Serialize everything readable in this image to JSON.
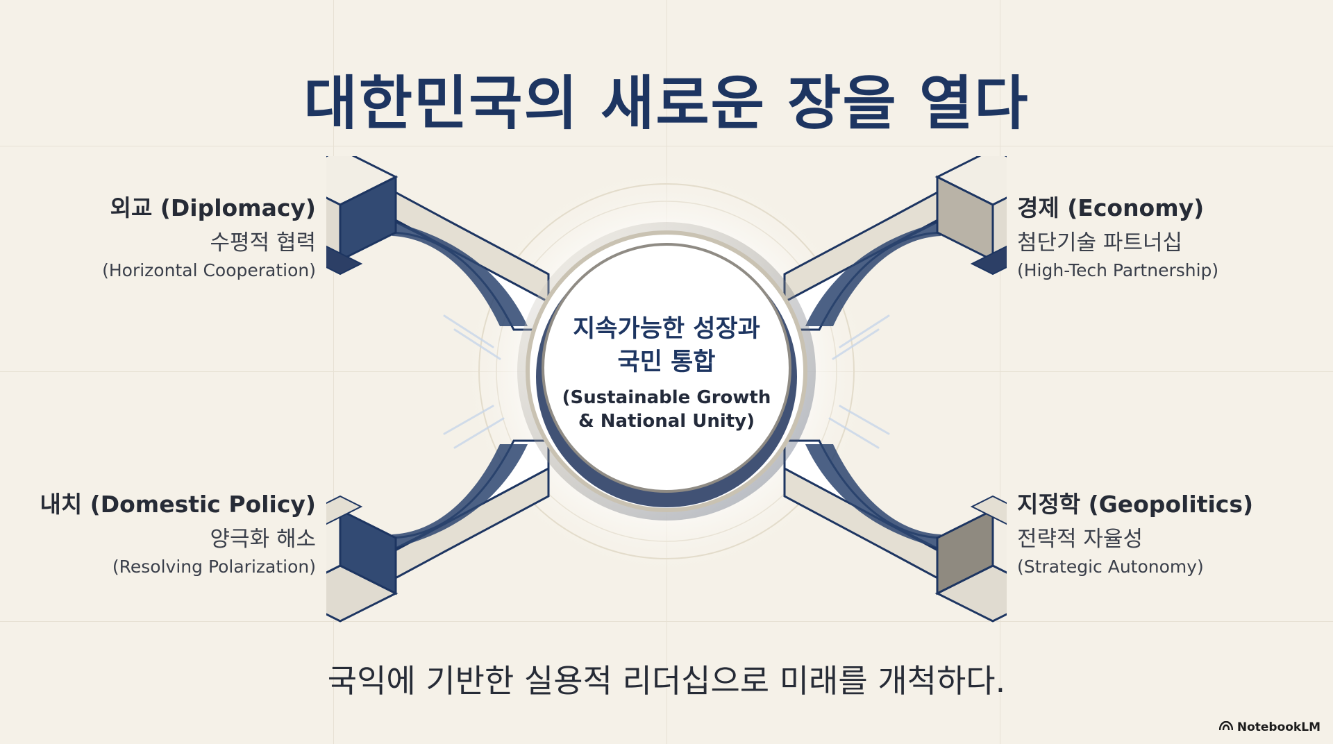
{
  "title": "대한민국의 새로운 장을 열다",
  "center": {
    "line1": "지속가능한 성장과",
    "line2": "국민 통합",
    "en_line1": "(Sustainable Growth",
    "en_line2": "& National Unity)"
  },
  "pillars": {
    "top_left": {
      "heading": "외교 (Diplomacy)",
      "sub_ko": "수평적 협력",
      "sub_en": "(Horizontal Cooperation)"
    },
    "top_right": {
      "heading": "경제 (Economy)",
      "sub_ko": "첨단기술 파트너십",
      "sub_en": "(High-Tech Partnership)"
    },
    "bottom_left": {
      "heading": "내치 (Domestic Policy)",
      "sub_ko": "양극화 해소",
      "sub_en": "(Resolving Polarization)"
    },
    "bottom_right": {
      "heading": "지정학 (Geopolitics)",
      "sub_ko": "전략적 자율성",
      "sub_en": "(Strategic Autonomy)"
    }
  },
  "tagline": "국익에 기반한 실용적 리더십으로 미래를 개척하다.",
  "brand": {
    "name": "NotebookLM",
    "icon": "notebooklm-logo-icon"
  },
  "colors": {
    "navy": "#1d3561",
    "background": "#f5f1e8",
    "stone": "#e4dfd3",
    "text": "#262b36"
  }
}
